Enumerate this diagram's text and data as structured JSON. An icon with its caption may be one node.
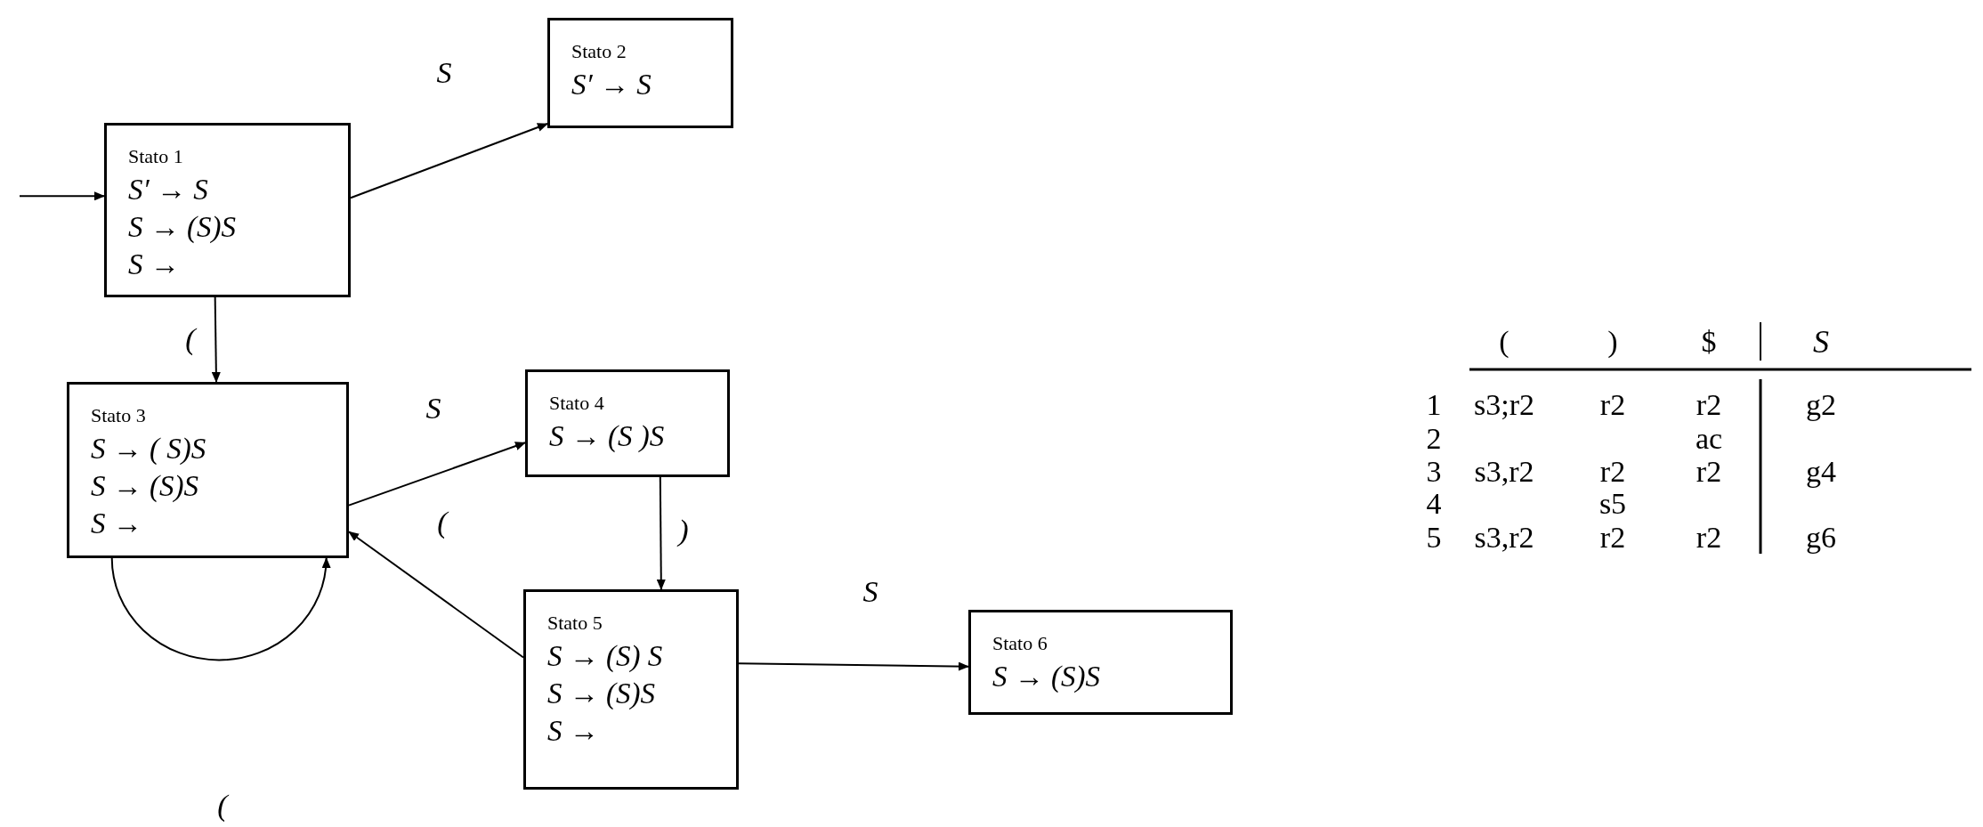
{
  "diagram": {
    "nodes": [
      {
        "text": [
          "Stato 1",
          "S′ → S",
          "S → (S)S",
          "S →"
        ]
      },
      {
        "text": [
          "Stato 2",
          "S′ → S"
        ]
      },
      {
        "text": [
          "Stato 3",
          "S → ( S)S",
          "S → (S)S",
          "S →"
        ]
      },
      {
        "text": [
          "Stato 4",
          "S → (S )S"
        ]
      },
      {
        "text": [
          "Stato 5",
          "S → (S) S",
          "S → (S)S",
          "S →"
        ]
      },
      {
        "text": [
          "Stato 6",
          "S → (S)S"
        ]
      }
    ],
    "edges": [
      {
        "from": null,
        "to": 0,
        "arrow": "to"
      },
      {
        "from": 0,
        "to": 1,
        "arrow": "to",
        "label": "S"
      },
      {
        "from": 0,
        "to": 2,
        "arrow": "to",
        "label": "("
      },
      {
        "from": 2,
        "to": 3,
        "arrow": "to",
        "label": "S"
      },
      {
        "from": 3,
        "to": 4,
        "arrow": "to",
        "label": ")"
      },
      {
        "from": 4,
        "to": 2,
        "arrow": "to",
        "label": "("
      },
      {
        "from": 2,
        "to": 2,
        "arrow": "to",
        "label": "("
      },
      {
        "from": 4,
        "to": 5,
        "arrow": "to",
        "label": "S"
      }
    ],
    "labels": [
      "(",
      ")",
      "$",
      "S",
      "1",
      "s3;r2",
      "r2",
      "r2",
      "g2",
      "2",
      "ac",
      "3",
      "s3,r2",
      "r2",
      "r2",
      "g4",
      "4",
      "s5",
      "5",
      "s3,r2",
      "r2",
      "r2",
      "g6"
    ]
  }
}
